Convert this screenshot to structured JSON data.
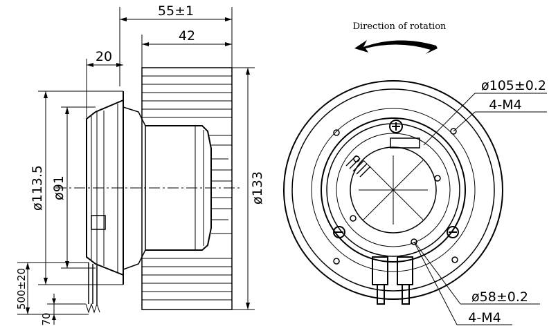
{
  "side_view": {
    "dim_total_width": "55±1",
    "dim_fan_width": "42",
    "dim_inlet_width": "20",
    "dim_inlet_diameter": "ø113.5",
    "dim_throat_diameter": "ø91",
    "dim_fan_diameter": "ø133",
    "dim_cable_length": "500±20",
    "dim_strip_length": "70"
  },
  "front_view": {
    "rotation_caption": "Direction of rotation",
    "dim_bolt_circle_outer": "ø105±0.2",
    "dim_hole_outer": "4-M4",
    "dim_bolt_circle_inner": "ø58±0.2",
    "dim_hole_inner": "4-M4"
  }
}
